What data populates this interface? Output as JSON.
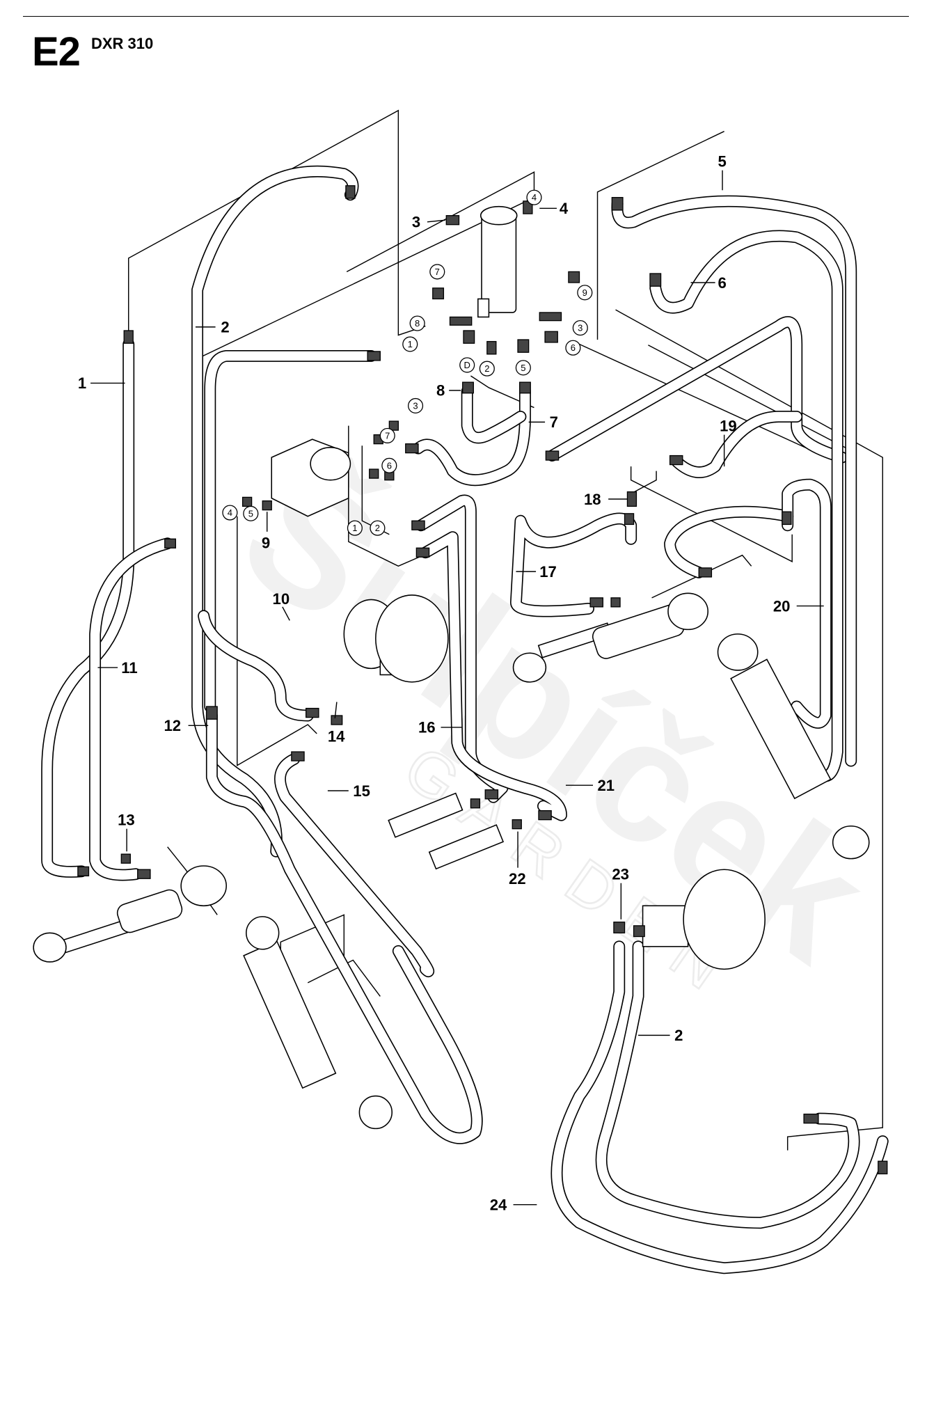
{
  "header": {
    "section_code": "E2",
    "model": "DXR 310"
  },
  "watermark": {
    "brand": "Šulpíček",
    "sub": "GARDEN"
  },
  "callouts": [
    {
      "id": "1",
      "label": "1"
    },
    {
      "id": "2a",
      "label": "2"
    },
    {
      "id": "2b",
      "label": "2"
    },
    {
      "id": "3",
      "label": "3"
    },
    {
      "id": "4",
      "label": "4"
    },
    {
      "id": "5",
      "label": "5"
    },
    {
      "id": "6",
      "label": "6"
    },
    {
      "id": "7",
      "label": "7"
    },
    {
      "id": "8",
      "label": "8"
    },
    {
      "id": "9",
      "label": "9"
    },
    {
      "id": "10",
      "label": "10"
    },
    {
      "id": "11",
      "label": "11"
    },
    {
      "id": "12",
      "label": "12"
    },
    {
      "id": "13",
      "label": "13"
    },
    {
      "id": "14",
      "label": "14"
    },
    {
      "id": "15",
      "label": "15"
    },
    {
      "id": "16",
      "label": "16"
    },
    {
      "id": "17",
      "label": "17"
    },
    {
      "id": "18",
      "label": "18"
    },
    {
      "id": "19",
      "label": "19"
    },
    {
      "id": "20",
      "label": "20"
    },
    {
      "id": "21",
      "label": "21"
    },
    {
      "id": "22",
      "label": "22"
    },
    {
      "id": "23",
      "label": "23"
    },
    {
      "id": "24",
      "label": "24"
    }
  ],
  "port_markers": {
    "swivel": [
      "4",
      "7",
      "8",
      "1",
      "9",
      "3",
      "6",
      "D",
      "2",
      "5"
    ],
    "valve": [
      "3",
      "7",
      "6",
      "4",
      "5",
      "1",
      "2"
    ]
  }
}
